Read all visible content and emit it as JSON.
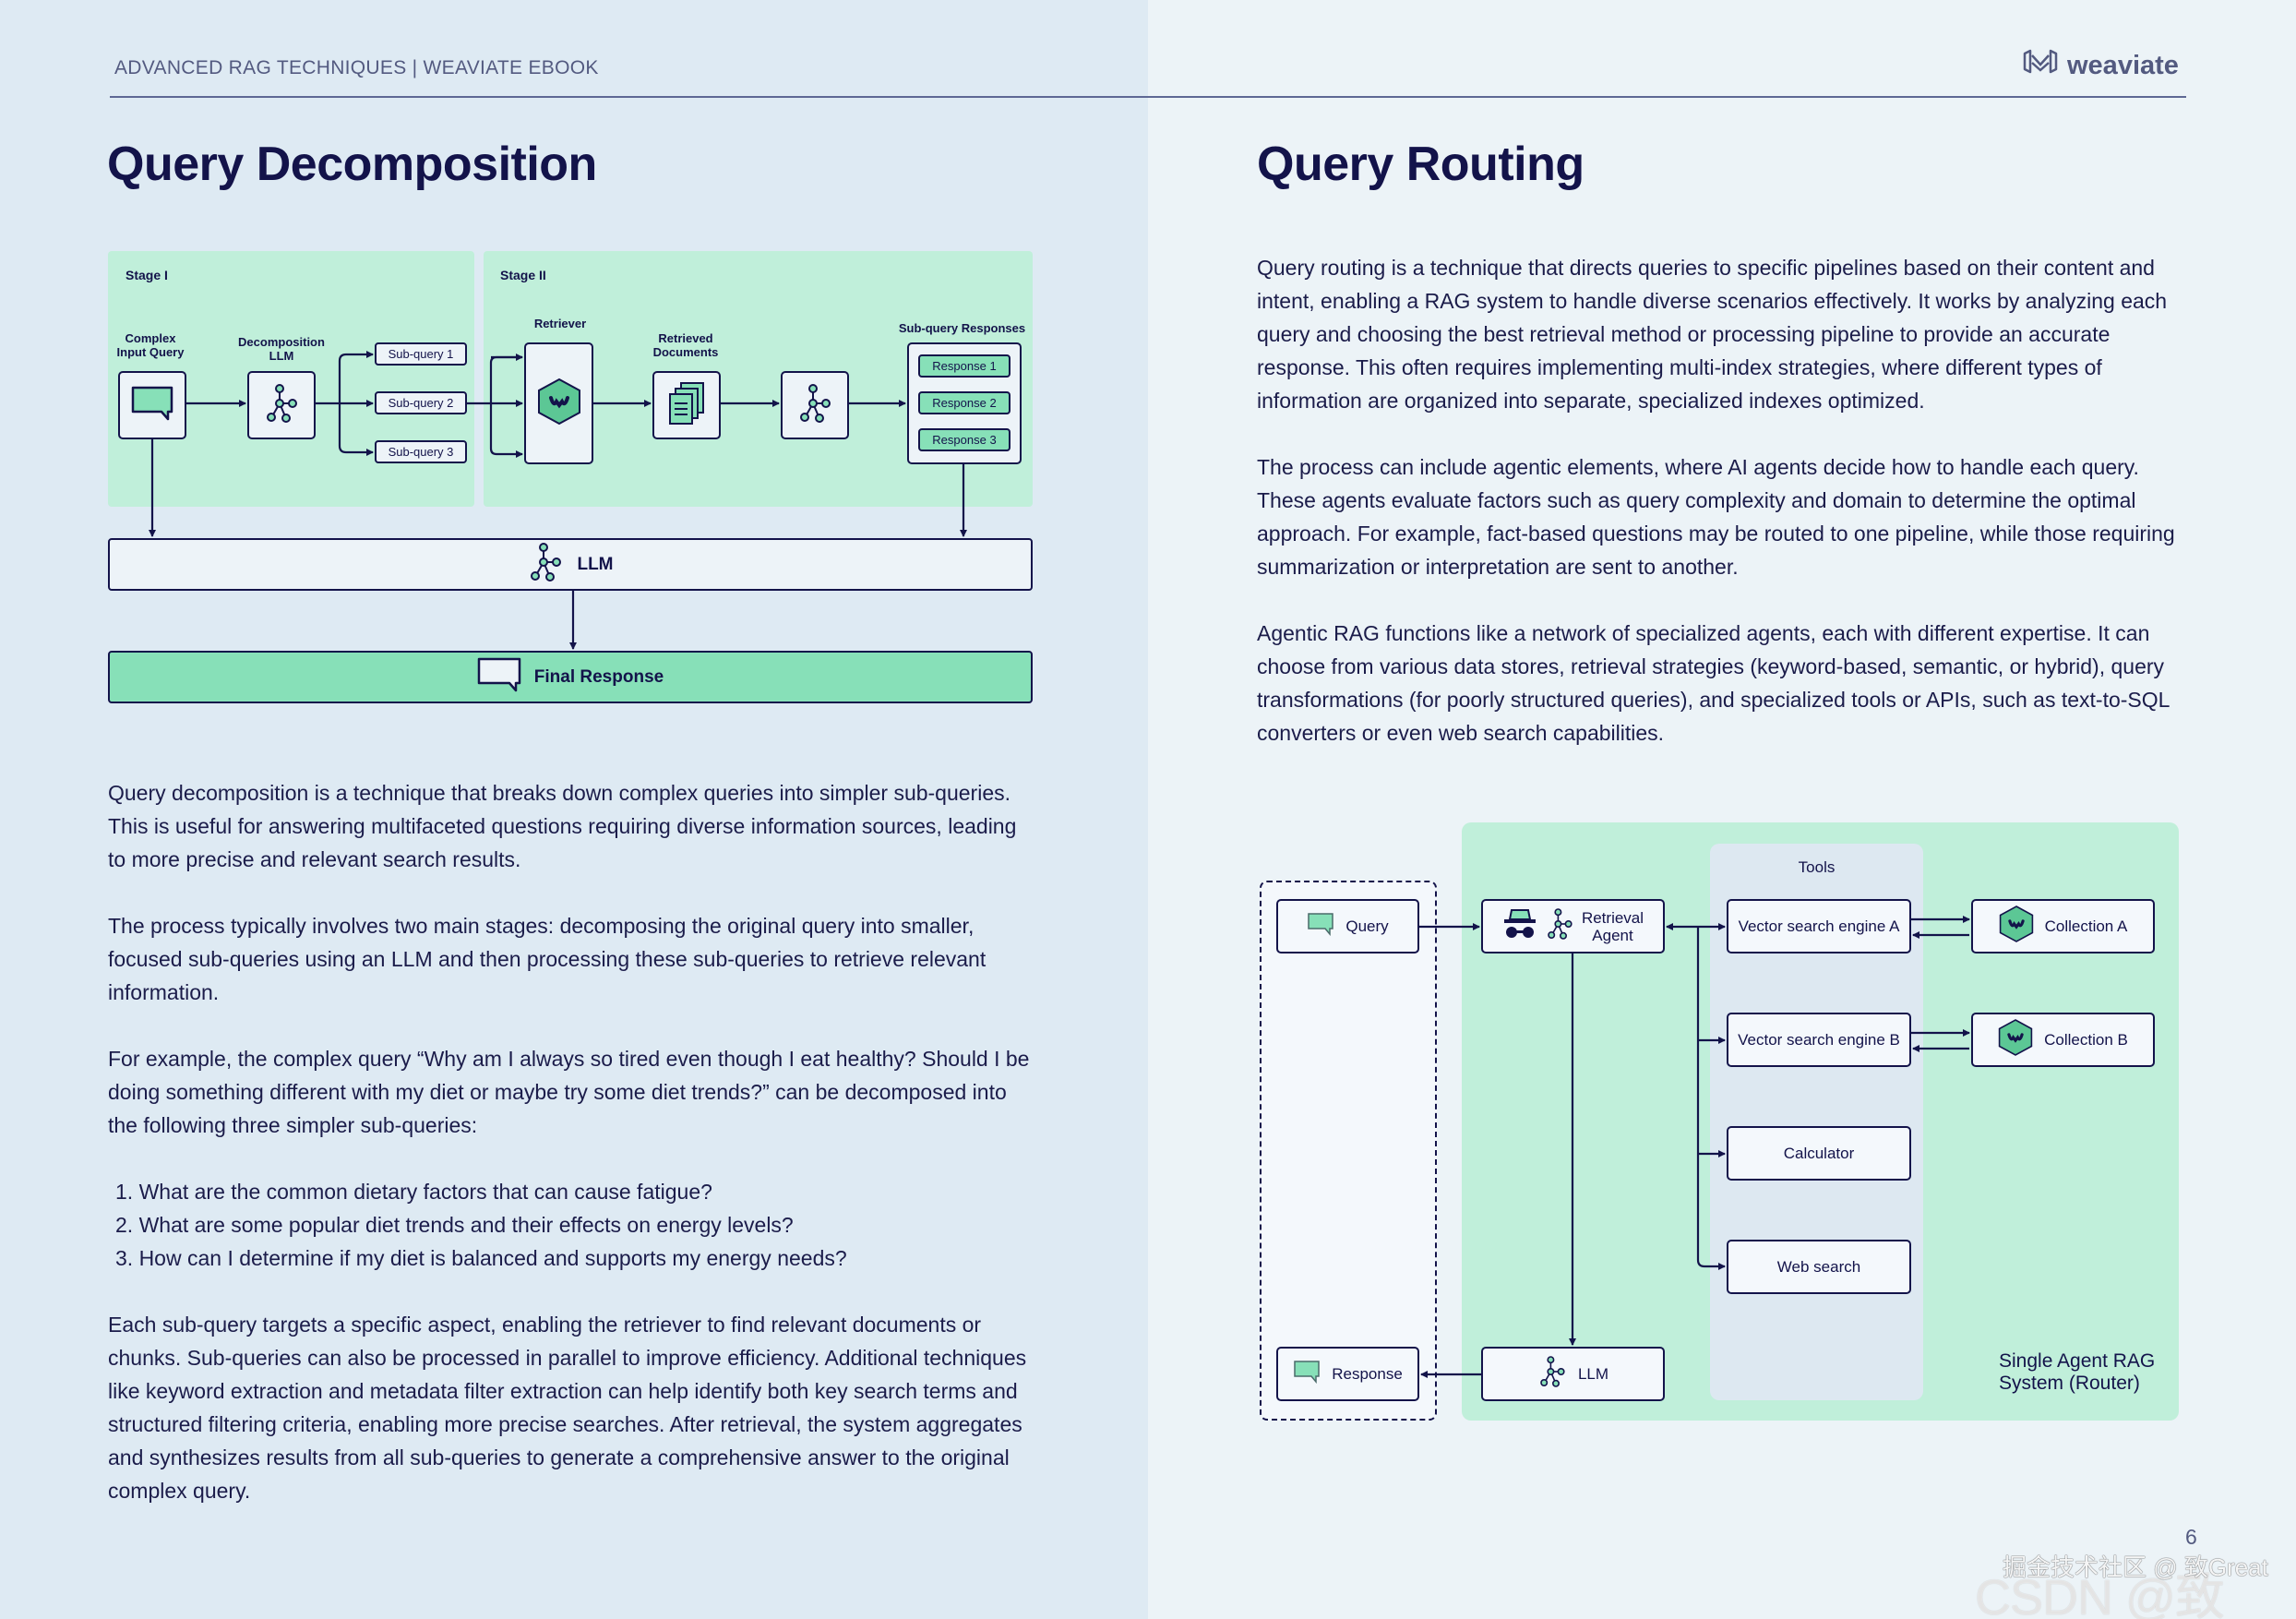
{
  "header": {
    "running_title": "ADVANCED RAG TECHNIQUES | WEAVIATE EBOOK",
    "logo_text": "weaviate"
  },
  "left": {
    "title": "Query Decomposition",
    "diagram": {
      "stage1_label": "Stage I",
      "stage2_label": "Stage II",
      "complex_input_label": "Complex\nInput Query",
      "decomposition_llm_label": "Decomposition\nLLM",
      "sub_queries": [
        "Sub-query 1",
        "Sub-query 2",
        "Sub-query 3"
      ],
      "retriever_label": "Retriever",
      "retrieved_documents_label": "Retrieved\nDocuments",
      "sub_query_responses_label": "Sub-query Responses",
      "responses": [
        "Response 1",
        "Response 2",
        "Response 3"
      ],
      "llm_label": "LLM",
      "final_response_label": "Final Response"
    },
    "paragraphs": [
      "Query decomposition is a technique that breaks down complex queries into simpler sub-queries. This is useful for answering multifaceted questions requiring diverse information sources, leading to more precise and relevant search results.",
      "The process typically involves two main stages: decomposing the original query into smaller, focused sub-queries using an LLM and then processing these sub-queries to retrieve relevant information.",
      "For example, the complex query “Why am I always so tired even though I eat healthy? Should I be doing something different with my diet or maybe try some diet trends?” can be decomposed into the following three simpler sub-queries:"
    ],
    "list": [
      "1. What are the common dietary factors that can cause fatigue?",
      "2. What are some popular diet trends and their effects on energy levels?",
      "3. How can I determine if my diet is balanced and supports my energy needs?"
    ],
    "closing_paragraph": "Each sub-query targets a specific aspect, enabling the retriever to find relevant documents or chunks. Sub-queries can also be processed in parallel to improve efficiency. Additional techniques like keyword extraction and metadata filter extraction can help identify both key search terms and structured filtering criteria, enabling more precise searches. After retrieval, the system aggregates and synthesizes results from all sub-queries to generate a comprehensive answer to the original complex query."
  },
  "right": {
    "title": "Query Routing",
    "paragraphs": [
      "Query routing is a technique that directs queries to specific pipelines based on their content and intent, enabling a RAG system to handle diverse scenarios effectively. It works by analyzing each query and choosing the best retrieval method or processing pipeline to provide an accurate response. This often requires implementing multi-index strategies, where different types of information are organized into separate, specialized indexes optimized.",
      "The process can include agentic elements, where AI agents decide how to handle each query. These agents evaluate factors such as query complexity and domain to determine the optimal approach. For example, fact-based questions may be routed to one pipeline, while those requiring summarization or interpretation are sent to another.",
      "Agentic RAG functions like a network of specialized agents, each with different expertise. It can choose from various data stores, retrieval strategies (keyword-based, semantic, or hybrid), query transformations (for poorly structured queries), and specialized tools or APIs, such as text-to-SQL converters or even web search capabilities."
    ],
    "diagram": {
      "query_label": "Query",
      "response_label": "Response",
      "agent_label": "Retrieval\nAgent",
      "llm_label": "LLM",
      "tools_label": "Tools",
      "tools": [
        "Vector search engine A",
        "Vector search engine B",
        "Calculator",
        "Web search"
      ],
      "collections": [
        "Collection A",
        "Collection B"
      ],
      "system_label": "Single Agent RAG\nSystem (Router)"
    }
  },
  "footer": {
    "page_number": "6",
    "watermark_line1": "掘金技术社区 @ 致Great",
    "watermark_line2": "CSDN @致Great"
  },
  "colors": {
    "navy": "#13134a",
    "mint": "#c0efda",
    "green": "#87e0b8",
    "left_bg": "#deeaf3",
    "right_bg": "#ecf3f7"
  }
}
